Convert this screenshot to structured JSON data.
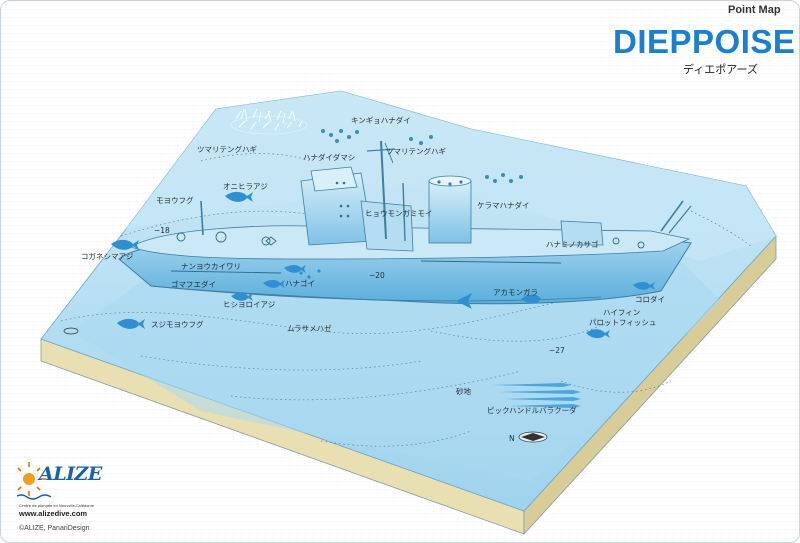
{
  "header": {
    "point_map": "Point Map",
    "title": "DIEPPOISE",
    "subtitle": "ディエポアーズ"
  },
  "labels": {
    "kingyohanadai": "キンギョハナダイ",
    "tsumaritengu_top": "ツマリテングハギ",
    "hanadaidamashi": "ハナダイダマシ",
    "tsumaritengu_left": "ツマリテングハギ",
    "onihiraaji": "オニヒラアジ",
    "momyougu": "モヨウフグ",
    "hyoumonkimoi": "ヒョウモンガミモイ",
    "keramahanadai": "ケラマハナダイ",
    "koganeshimaaji": "コガネシマアジ",
    "nanyoukaiwari": "ナンヨウカイワリ",
    "gomafuedai": "ゴマフエダイ",
    "hanagoi": "ハナゴイ",
    "hishiyoroiaji": "ヒシヨロイアジ",
    "hanaminokasago": "ハナミノカサゴ",
    "akamongara": "アカモンガラ",
    "korodai": "コロダイ",
    "haifin": "ハイフィン",
    "parrotfish": "パロットフィッシュ",
    "sujimeyougu": "スジモヨウフグ",
    "murasamehaze": "ムラサメハゼ",
    "sunaji": "砂地",
    "pickhandle": "ピックハンドルバラクーダ"
  },
  "depths": {
    "d18": "−18",
    "d20": "−20",
    "d27": "−27"
  },
  "compass": {
    "north": "N"
  },
  "footer": {
    "logo_text": "ALIZE",
    "tagline": "Centre de plongée en Nouvelle-Calédonie",
    "website": "www.alizedive.com",
    "copyright": "©ALIZE, PanariDesign"
  },
  "colors": {
    "title_blue": "#1a7fd0",
    "sea_top": "#bfe3f4",
    "sea_deep": "#8cc9ea",
    "sand_side": "#e9e1b6",
    "ship": "#a8d8ee",
    "fish": "#2f8fd0"
  }
}
